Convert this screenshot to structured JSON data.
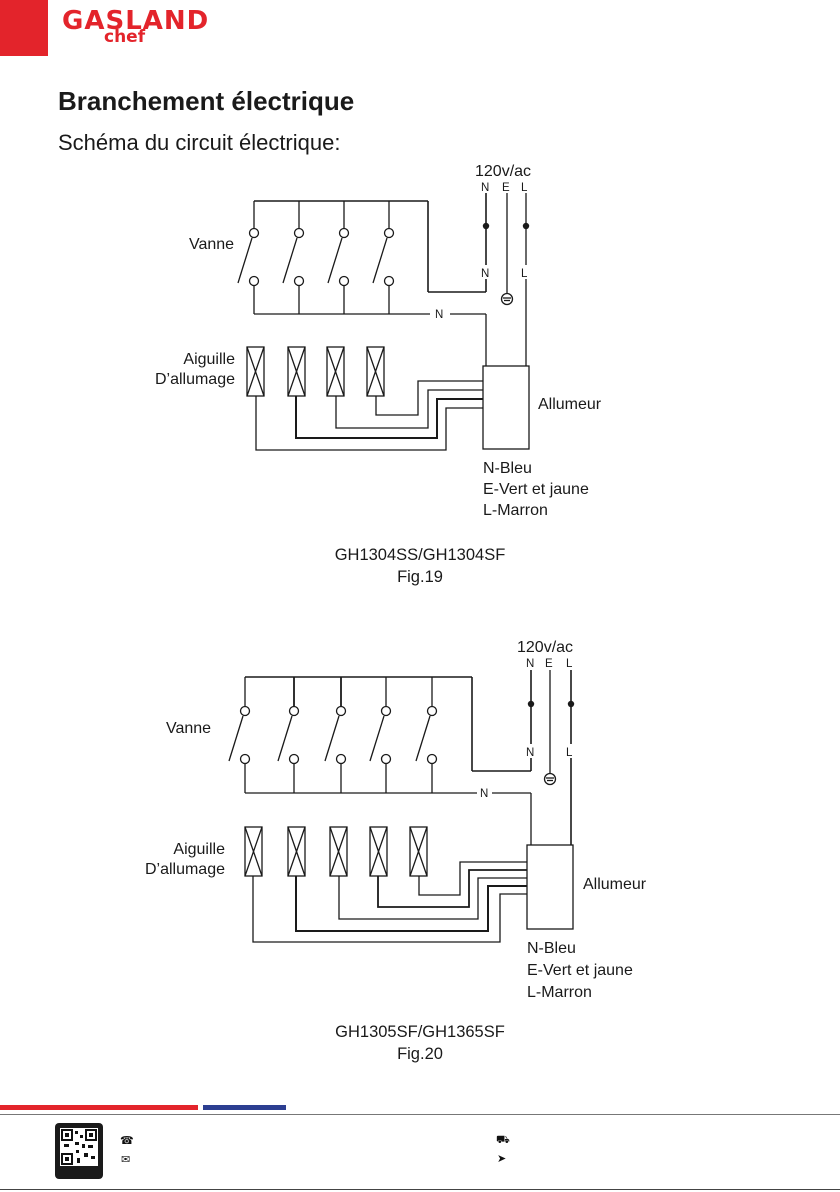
{
  "brand": {
    "name": "GASLAND",
    "sub": "chef"
  },
  "page": {
    "title": "Branchement électrique",
    "subtitle": "Schéma du circuit électrique:"
  },
  "labels": {
    "supply": "120v/ac",
    "n": "N",
    "e": "E",
    "l": "L",
    "vanne": "Vanne",
    "aiguille1": "Aiguille",
    "aiguille2": "D’allumage",
    "allumeur": "Allumeur",
    "legend_n": "N-Bleu",
    "legend_e": "E-Vert et jaune",
    "legend_l": "L-Marron"
  },
  "fig19": {
    "model": "GH1304SS/GH1304SF",
    "fig": "Fig.19"
  },
  "fig20": {
    "model": "GH1305SF/GH1365SF",
    "fig": "Fig.20"
  },
  "footer": {
    "icons": [
      "phone-icon",
      "mail-icon",
      "cart-icon",
      "location-arrow-icon"
    ],
    "brand_red": "#e3242b",
    "brand_blue": "#2c3e91"
  }
}
